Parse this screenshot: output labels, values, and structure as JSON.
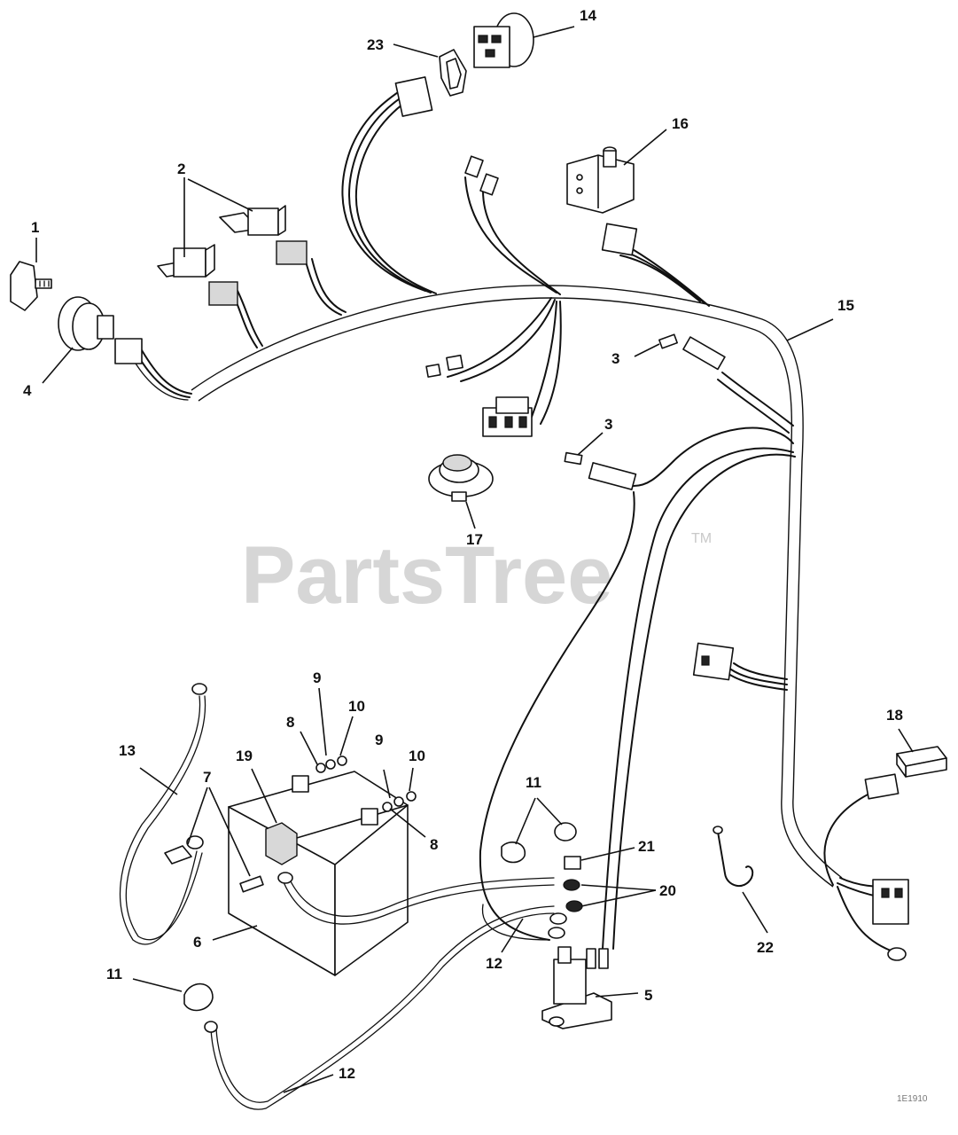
{
  "watermark": {
    "text": "PartsTree",
    "trademark": "TM"
  },
  "drawing_code": "1E1910",
  "callouts": [
    {
      "key": "c1",
      "label": "1"
    },
    {
      "key": "c2",
      "label": "2"
    },
    {
      "key": "c3a",
      "label": "3"
    },
    {
      "key": "c3b",
      "label": "3"
    },
    {
      "key": "c4",
      "label": "4"
    },
    {
      "key": "c5",
      "label": "5"
    },
    {
      "key": "c6",
      "label": "6"
    },
    {
      "key": "c7",
      "label": "7"
    },
    {
      "key": "c8a",
      "label": "8"
    },
    {
      "key": "c8b",
      "label": "8"
    },
    {
      "key": "c9a",
      "label": "9"
    },
    {
      "key": "c9b",
      "label": "9"
    },
    {
      "key": "c10a",
      "label": "10"
    },
    {
      "key": "c10b",
      "label": "10"
    },
    {
      "key": "c11a",
      "label": "11"
    },
    {
      "key": "c11b",
      "label": "11"
    },
    {
      "key": "c12a",
      "label": "12"
    },
    {
      "key": "c12b",
      "label": "12"
    },
    {
      "key": "c13",
      "label": "13"
    },
    {
      "key": "c14",
      "label": "14"
    },
    {
      "key": "c15",
      "label": "15"
    },
    {
      "key": "c16",
      "label": "16"
    },
    {
      "key": "c17",
      "label": "17"
    },
    {
      "key": "c18",
      "label": "18"
    },
    {
      "key": "c19",
      "label": "19"
    },
    {
      "key": "c20",
      "label": "20"
    },
    {
      "key": "c21",
      "label": "21"
    },
    {
      "key": "c22",
      "label": "22"
    },
    {
      "key": "c23",
      "label": "23"
    }
  ]
}
